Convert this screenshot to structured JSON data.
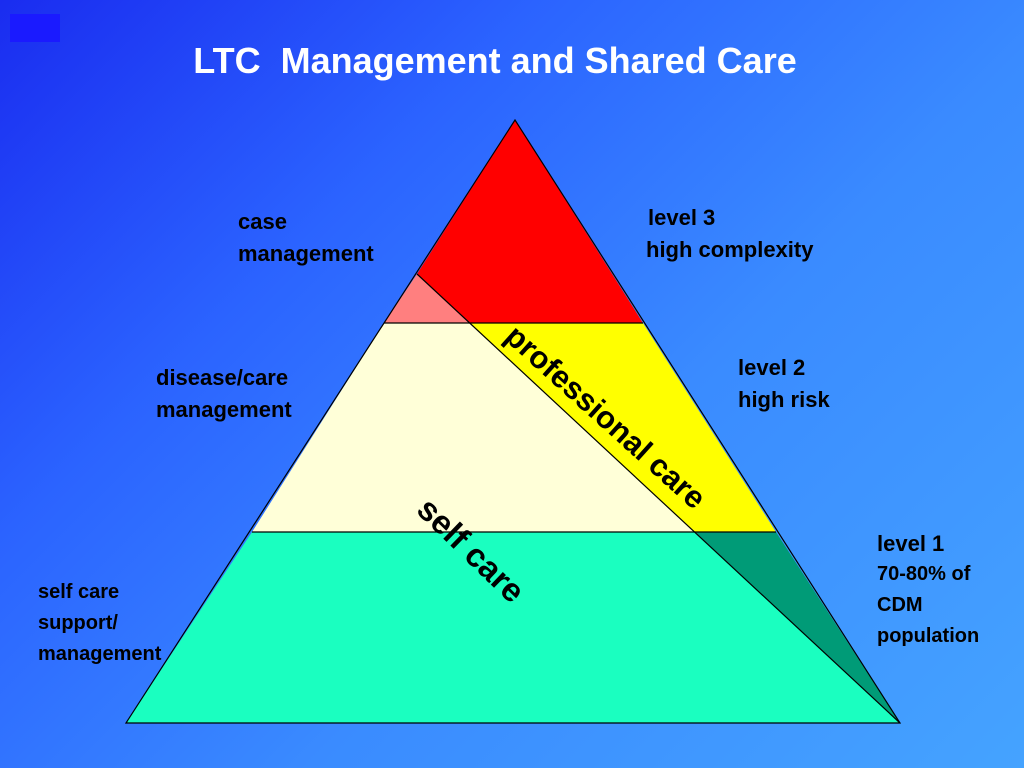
{
  "title": "LTC  Management and Shared Care",
  "colors": {
    "level3": "#ff0000",
    "level3_self": "#ff7f7f",
    "level2_professional": "#ffff00",
    "level2_self": "#ffffd8",
    "level1_self": "#1affc0",
    "level1_professional": "#009b77"
  },
  "left_labels": {
    "case_management": [
      "case",
      "management"
    ],
    "disease_care": [
      "disease/care",
      "management"
    ],
    "self_care_support": [
      "self care",
      "support/",
      "management"
    ]
  },
  "right_labels": {
    "level3": [
      "level 3",
      "high complexity"
    ],
    "level2": [
      "level 2",
      "high risk"
    ],
    "level1": [
      "level 1",
      "70-80% of",
      "CDM",
      "population"
    ]
  },
  "diagonal_labels": {
    "professional_care": "professional care",
    "self_care": "self care"
  }
}
